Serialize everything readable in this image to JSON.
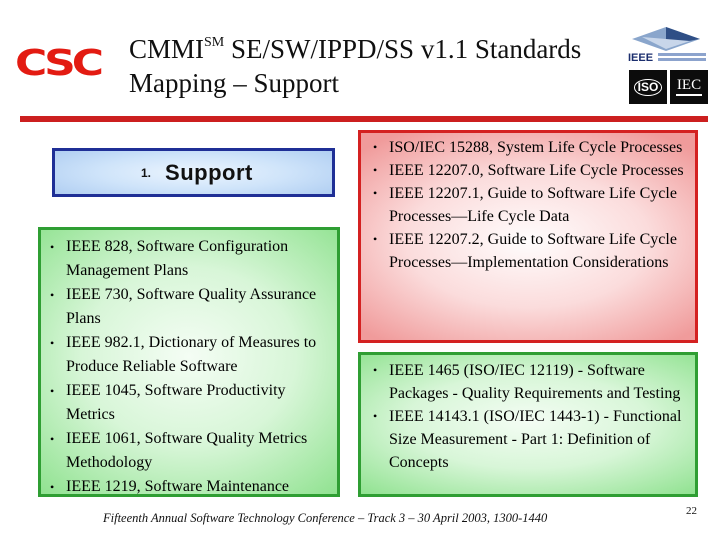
{
  "header": {
    "logo_text": "CSC",
    "title": {
      "prefix": "CMMI",
      "sup": "SM",
      "line1_rest": " SE/SW/IPPD/SS v1.1 Standards",
      "line2": "Mapping – Support"
    },
    "ieee_logo_text": "IEEE",
    "iso_logo_text": "ISO",
    "iec_logo_text": "IEC"
  },
  "support_box": {
    "number": "1.",
    "label": "Support"
  },
  "left_box": {
    "items": [
      "IEEE 828, Software Configuration Management Plans",
      "IEEE 730, Software Quality Assurance Plans",
      "IEEE 982.1, Dictionary of Measures to Produce Reliable Software",
      "IEEE 1045, Software Productivity Metrics",
      "IEEE 1061, Software Quality Metrics Methodology",
      "IEEE 1219, Software Maintenance"
    ]
  },
  "right_top_box": {
    "items": [
      "ISO/IEC 15288, System Life Cycle Processes",
      "IEEE 12207.0, Software Life Cycle Processes",
      "IEEE 12207.1, Guide to Software Life Cycle Processes—Life Cycle Data",
      "IEEE 12207.2, Guide to Software Life Cycle Processes—Implementation Considerations"
    ]
  },
  "right_bottom_box": {
    "items": [
      "IEEE 1465 (ISO/IEC 12119) - Software Packages - Quality Requirements and Testing",
      "IEEE 14143.1 (ISO/IEC 1443-1) - Functional Size Measurement - Part 1: Definition of Concepts"
    ]
  },
  "footer": {
    "text": "Fifteenth Annual Software Technology Conference – Track 3 – 30 April 2003, 1300-1440",
    "page_number": "22"
  },
  "colors": {
    "logo_red": "#e31b12",
    "rule_red": "#cc1f1f",
    "red_box_border": "#d42121",
    "green_box_border": "#2f9e33",
    "blue_box_border": "#1f2f96"
  }
}
